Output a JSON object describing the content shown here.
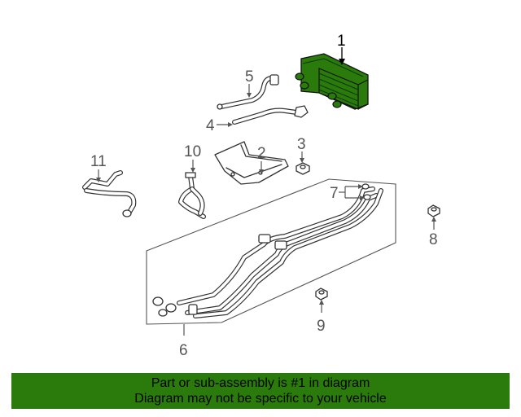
{
  "callouts": {
    "c1": "1",
    "c2": "2",
    "c3": "3",
    "c4": "4",
    "c5": "5",
    "c6": "6",
    "c7": "7",
    "c8": "8",
    "c9": "9",
    "c10": "10",
    "c11": "11"
  },
  "highlight_color": "#2b7b0c",
  "banner": {
    "line1": "Part or sub-assembly is #1 in diagram",
    "line2": "Diagram may not be specific to your vehicle"
  }
}
